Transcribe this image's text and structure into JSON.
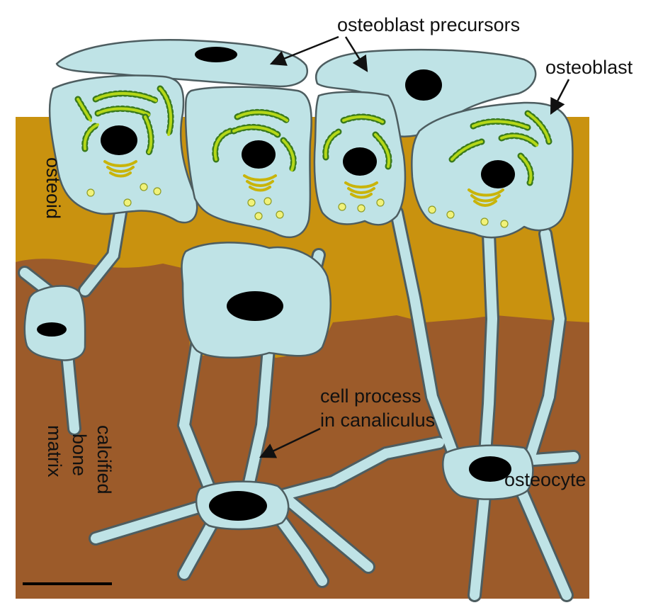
{
  "labels": {
    "osteoblast_precursors": "osteoblast precursors",
    "osteoblast": "osteoblast",
    "osteoid": "osteoid",
    "calcified": "calcified",
    "bone": "bone",
    "matrix": "matrix",
    "cell_process": "cell process",
    "in_canaliculus": "in canaliculus",
    "osteocyte": "osteocyte"
  },
  "colors": {
    "osteoid": "#c9920f",
    "bone_matrix": "#9c5b2a",
    "cell": "#bfe3e6",
    "nucleus": "#000000",
    "endoplasmic_reticulum": "#3a7a1c",
    "golgi": "#c9b40a",
    "vesicle": "#f1f27a"
  }
}
